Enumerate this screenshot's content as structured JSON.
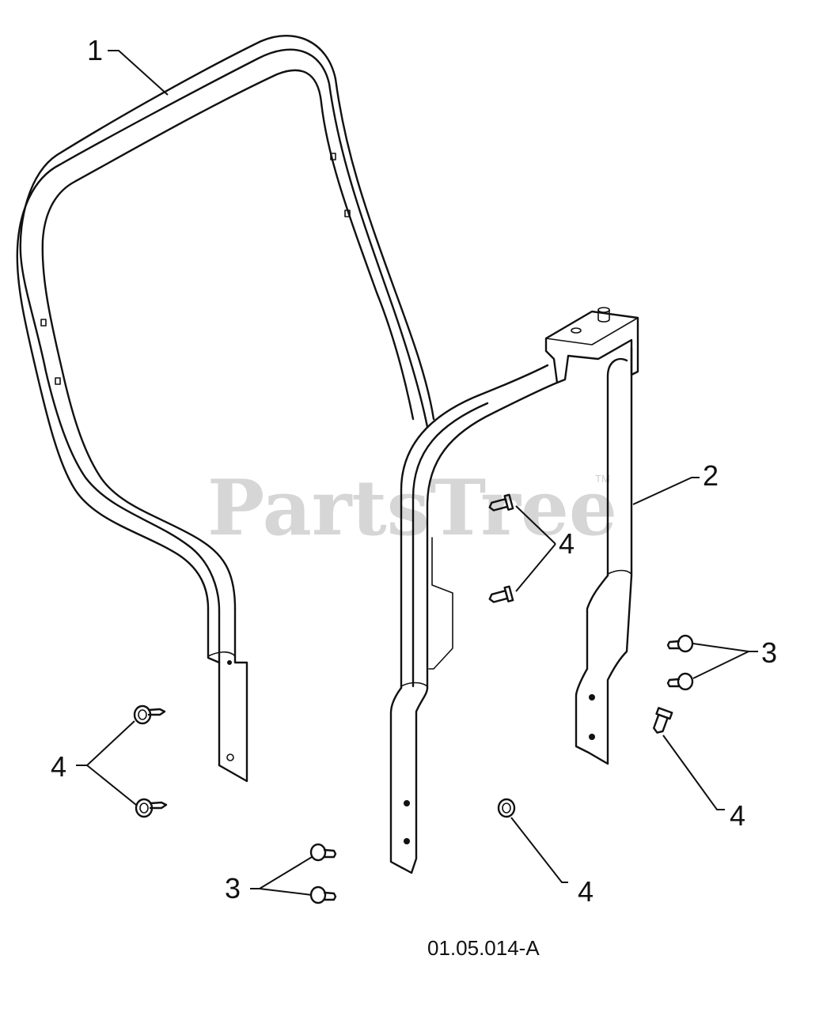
{
  "watermark": {
    "text": "PartsTree",
    "trademark": "TM"
  },
  "drawing_number": "01.05.014-A",
  "callouts": {
    "part_1": "1",
    "part_2": "2",
    "part_3_right": "3",
    "part_3_bottom": "3",
    "part_4_center": "4",
    "part_4_left": "4",
    "part_4_right": "4",
    "part_4_bottom": "4"
  },
  "colors": {
    "line": "#111111",
    "watermark": "#d6d6d6",
    "background": "#ffffff"
  },
  "parts": [
    {
      "ref": "1",
      "name": "upper-handle-frame-icon"
    },
    {
      "ref": "2",
      "name": "lower-handle-frame-icon"
    },
    {
      "ref": "3",
      "name": "flange-nut-icon"
    },
    {
      "ref": "4",
      "name": "bolt-icon"
    }
  ]
}
